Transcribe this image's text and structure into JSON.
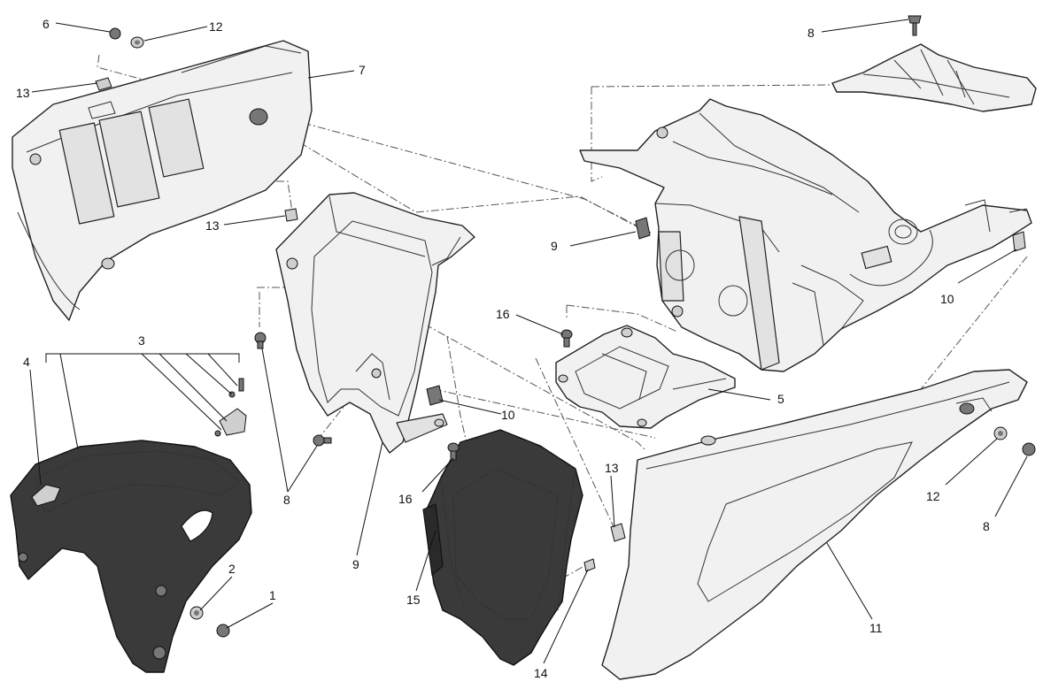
{
  "callouts": [
    {
      "id": "c1",
      "label": "1"
    },
    {
      "id": "c2",
      "label": "2"
    },
    {
      "id": "c3",
      "label": "3"
    },
    {
      "id": "c4",
      "label": "4"
    },
    {
      "id": "c5",
      "label": "5"
    },
    {
      "id": "c6",
      "label": "6"
    },
    {
      "id": "c7",
      "label": "7"
    },
    {
      "id": "c8a",
      "label": "8"
    },
    {
      "id": "c8b",
      "label": "8"
    },
    {
      "id": "c8c",
      "label": "8"
    },
    {
      "id": "c9",
      "label": "9"
    },
    {
      "id": "c10a",
      "label": "10"
    },
    {
      "id": "c10b",
      "label": "10"
    },
    {
      "id": "c10c",
      "label": "10"
    },
    {
      "id": "c11",
      "label": "11"
    },
    {
      "id": "c12a",
      "label": "12"
    },
    {
      "id": "c12b",
      "label": "12"
    },
    {
      "id": "c13a",
      "label": "13"
    },
    {
      "id": "c13b",
      "label": "13"
    },
    {
      "id": "c13c",
      "label": "13"
    },
    {
      "id": "c14",
      "label": "14"
    },
    {
      "id": "c15",
      "label": "15"
    },
    {
      "id": "c16a",
      "label": "16"
    },
    {
      "id": "c16b",
      "label": "16"
    }
  ]
}
